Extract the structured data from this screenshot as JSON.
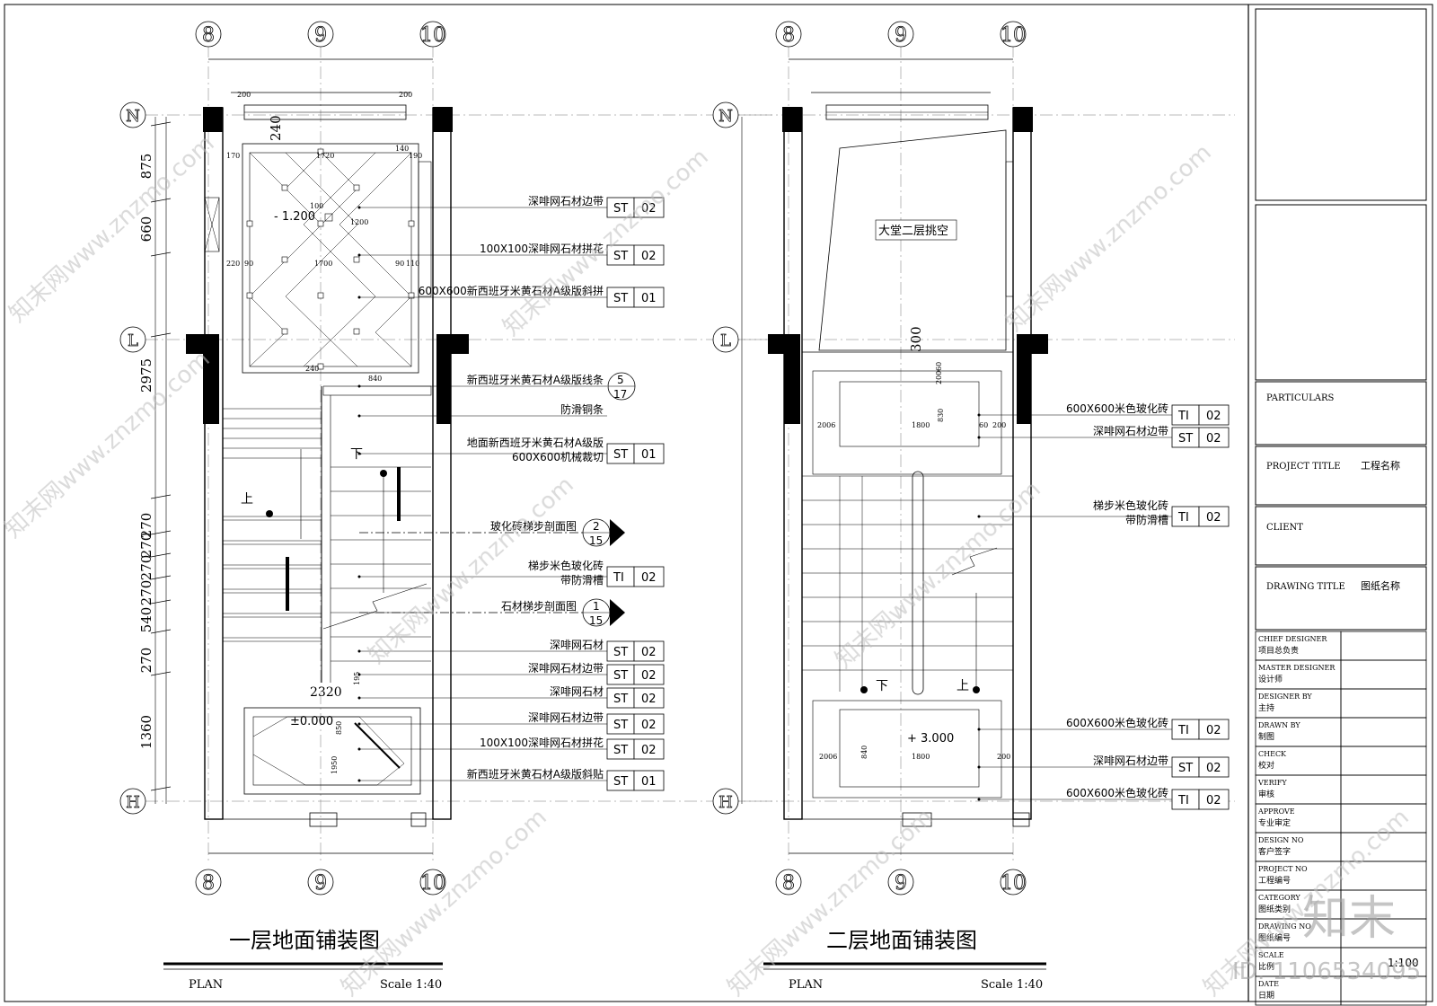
{
  "grid": {
    "columns": [
      "8",
      "9",
      "10"
    ],
    "rows": [
      "N",
      "L",
      "H"
    ]
  },
  "floor1": {
    "title": "一层地面铺装图",
    "plan_label": "PLAN",
    "scale_label": "Scale 1:40",
    "left_dims": [
      "875",
      "660",
      "2975",
      "270",
      "270",
      "270",
      "270",
      "540",
      "270",
      "1360"
    ],
    "inner_dims": [
      "200",
      "200",
      "240",
      "170",
      "140",
      "1720",
      "190",
      "100",
      "1200",
      "220",
      "90",
      "1700",
      "90",
      "110",
      "240",
      "840",
      "2320",
      "195",
      "850",
      "1950"
    ],
    "levels": [
      "- 1.200",
      "±0.000"
    ],
    "stair_labels": [
      "上",
      "下"
    ],
    "callouts": [
      {
        "text": "深啡网石材边带",
        "code": "ST",
        "num": "02"
      },
      {
        "text": "100X100深啡网石材拼花",
        "code": "ST",
        "num": "02"
      },
      {
        "text": "600X600新西班牙米黄石材A级版斜拼",
        "code": "ST",
        "num": "01"
      },
      {
        "text": "新西班牙米黄石材A级版线条",
        "detail_top": "5",
        "detail_bottom": "17"
      },
      {
        "text": "防滑铜条"
      },
      {
        "text": "地面新西班牙米黄石材A级版",
        "text2": "600X600机械裁切",
        "code": "ST",
        "num": "01"
      },
      {
        "text": "玻化砖梯步剖面图",
        "section_top": "2",
        "section_bottom": "15"
      },
      {
        "text": "梯步米色玻化砖",
        "text2": "带防滑槽",
        "code": "TI",
        "num": "02"
      },
      {
        "text": "石材梯步剖面图",
        "section_top": "1",
        "section_bottom": "15"
      },
      {
        "text": "深啡网石材",
        "code": "ST",
        "num": "02"
      },
      {
        "text": "深啡网石材边带",
        "code": "ST",
        "num": "02"
      },
      {
        "text": "深啡网石材",
        "code": "ST",
        "num": "02"
      },
      {
        "text": "深啡网石材边带",
        "code": "ST",
        "num": "02"
      },
      {
        "text": "100X100深啡网石材拼花",
        "code": "ST",
        "num": "02"
      },
      {
        "text": "新西班牙米黄石材A级版斜贴",
        "code": "ST",
        "num": "01"
      }
    ]
  },
  "floor2": {
    "title": "二层地面铺装图",
    "plan_label": "PLAN",
    "scale_label": "Scale 1:40",
    "void_label": "大堂二层挑空",
    "inner_dims": [
      "300",
      "60",
      "200",
      "2006",
      "1800",
      "60",
      "200",
      "830",
      "1800",
      "840",
      "2006",
      "200"
    ],
    "levels": [
      "+ 3.000"
    ],
    "stair_labels": [
      "上",
      "下"
    ],
    "callouts": [
      {
        "text": "600X600米色玻化砖",
        "code": "TI",
        "num": "02"
      },
      {
        "text": "深啡网石材边带",
        "code": "ST",
        "num": "02"
      },
      {
        "text": "梯步米色玻化砖",
        "text2": "带防滑槽",
        "code": "TI",
        "num": "02"
      },
      {
        "text": "600X600米色玻化砖",
        "code": "TI",
        "num": "02"
      },
      {
        "text": "深啡网石材边带",
        "code": "ST",
        "num": "02"
      },
      {
        "text": "600X600米色玻化砖",
        "code": "TI",
        "num": "02"
      }
    ]
  },
  "title_block": {
    "particulars": "PARTICULARS",
    "project_title": "PROJECT TITLE",
    "project_title_cn": "工程名称",
    "client": "CLIENT",
    "drawing_title": "DRAWING TITLE",
    "drawing_title_cn": "图纸名称",
    "rows": [
      {
        "en": "CHIEF DESIGNER",
        "cn": "项目总负责"
      },
      {
        "en": "MASTER DESIGNER",
        "cn": "设计师"
      },
      {
        "en": "DESIGNER BY",
        "cn": "主持"
      },
      {
        "en": "DRAWN BY",
        "cn": "制图"
      },
      {
        "en": "CHECK",
        "cn": "校对"
      },
      {
        "en": "VERIFY",
        "cn": "审核"
      },
      {
        "en": "APPROVE",
        "cn": "专业审定"
      },
      {
        "en": "DESIGN NO",
        "cn": "客户签字"
      },
      {
        "en": "PROJECT NO",
        "cn": "工程编号"
      },
      {
        "en": "CATEGORY",
        "cn": "图纸类别"
      },
      {
        "en": "DRAWING NO",
        "cn": "图纸编号"
      },
      {
        "en": "SCALE",
        "cn": "比例"
      },
      {
        "en": "DATE",
        "cn": "日期"
      }
    ],
    "scale_value": "1:100"
  },
  "watermark": {
    "site": "知末网www.znzmo.com",
    "logo": "知末",
    "id": "ID: 1106534095"
  }
}
